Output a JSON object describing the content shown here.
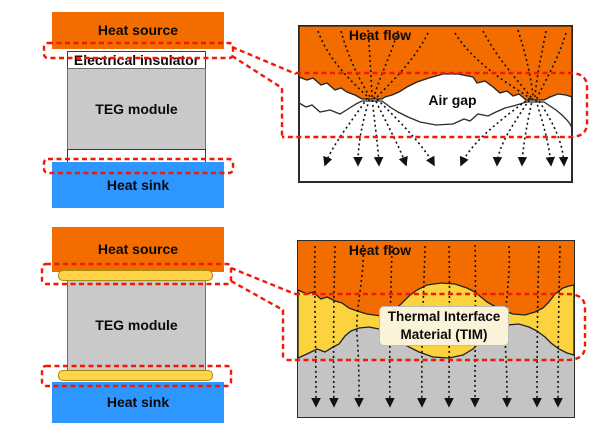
{
  "top_left_stack": {
    "heat_source": "Heat source",
    "electrical_insulator": "Electrical insulator",
    "teg_module": "TEG module",
    "heat_sink": "Heat sink"
  },
  "top_right_view": {
    "heat_flow": "Heat flow",
    "air_gap": "Air gap"
  },
  "bottom_left_stack": {
    "heat_source": "Heat source",
    "teg_module": "TEG module",
    "heat_sink": "Heat sink"
  },
  "bottom_right_view": {
    "heat_flow": "Heat flow",
    "tim_label_line1": "Thermal Interface",
    "tim_label_line2": "Material (TIM)"
  },
  "colors": {
    "heat_orange": "#F36C00",
    "heat_sink_blue": "#2E96FF",
    "teg_gray": "#C9C9C9",
    "tim_yellow": "#FCD23F",
    "lower_solid_gray": "#C4C4C4",
    "highlight_red": "#F11807"
  }
}
